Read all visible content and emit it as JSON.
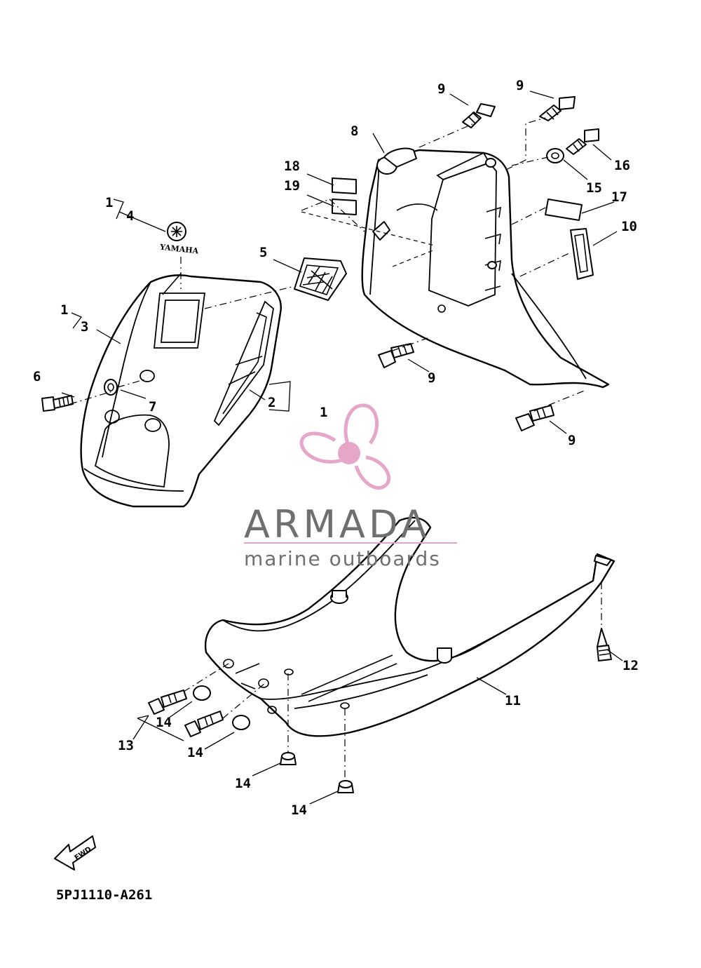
{
  "callouts": {
    "c_1_top": "1",
    "c_4": "4",
    "c_5": "5",
    "c_1_mid": "1",
    "c_3": "3",
    "c_6": "6",
    "c_7": "7",
    "c_2": "2",
    "c_1_right": "1",
    "c_18": "18",
    "c_19": "19",
    "c_8": "8",
    "c_9_a": "9",
    "c_9_b": "9",
    "c_16": "16",
    "c_15": "15",
    "c_17": "17",
    "c_10": "10",
    "c_9_c": "9",
    "c_9_d": "9",
    "c_12": "12",
    "c_11": "11",
    "c_13": "13",
    "c_14_a": "14",
    "c_14_b": "14",
    "c_14_c": "14",
    "c_14_d": "14"
  },
  "emblem_text": "YAMAHA",
  "fwd_label": "FWD",
  "diagram_code": "5PJ1110-A261",
  "watermark": {
    "title": "ARMADA",
    "subtitle": "marine outboards",
    "logo_color": "#e6a6c8",
    "text_color": "#6f6f6f"
  }
}
